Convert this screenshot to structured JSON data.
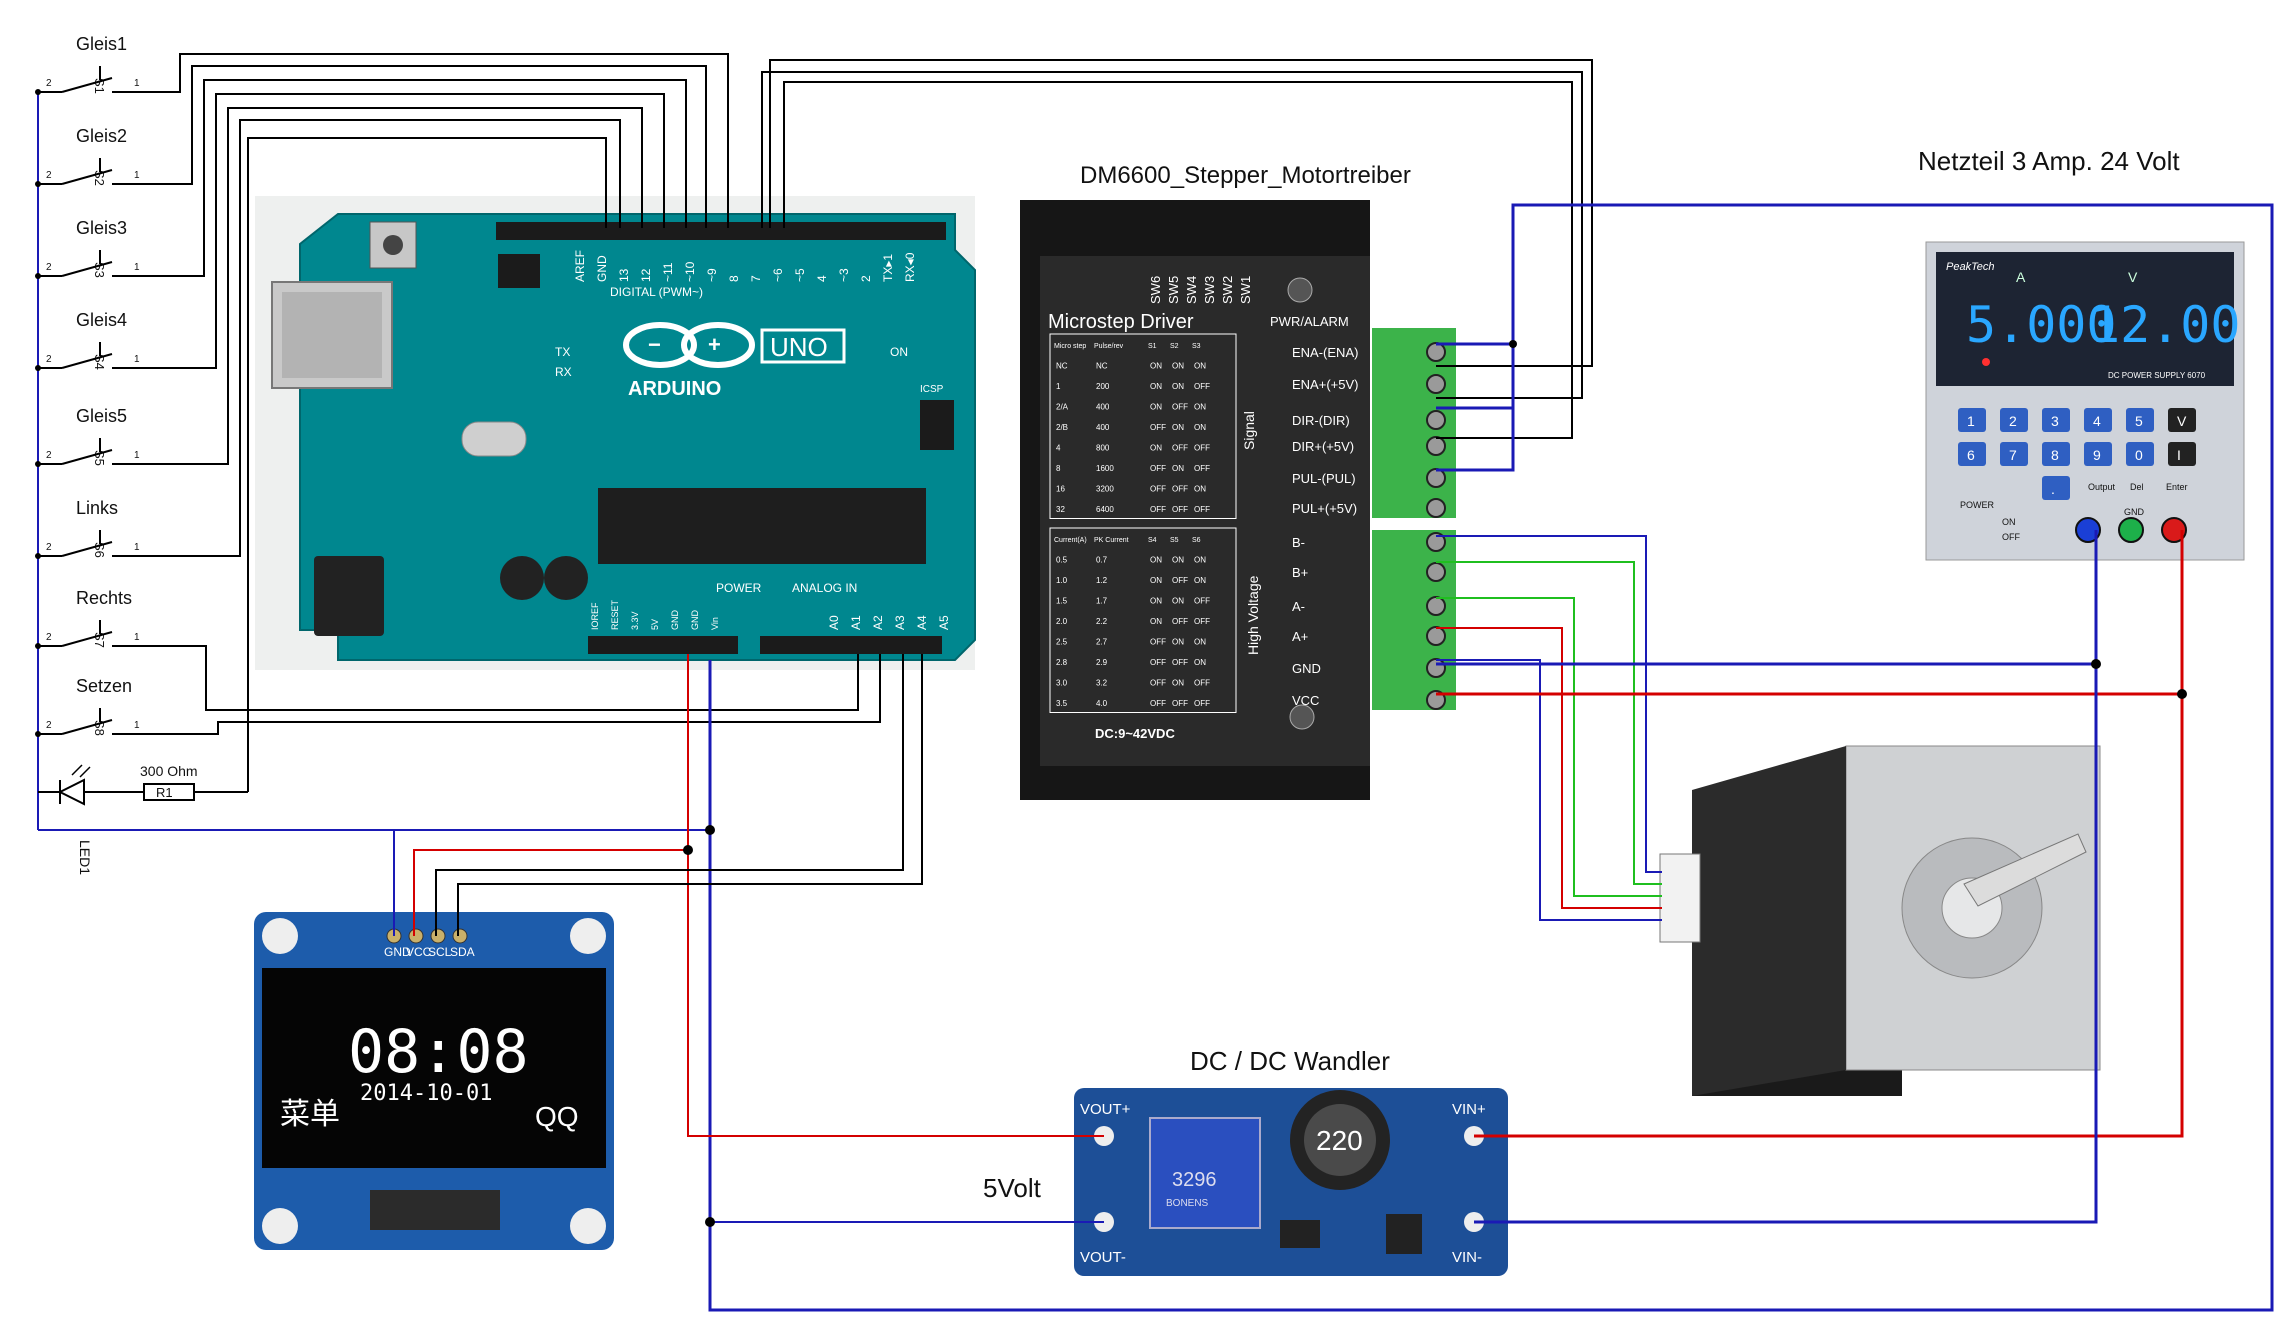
{
  "titles": {
    "driver": "DM6600_Stepper_Motortreiber",
    "psu": "Netzteil 3 Amp. 24 Volt",
    "dcdc": "DC / DC Wandler",
    "five_volt": "5Volt"
  },
  "switches": [
    {
      "label": "Gleis1",
      "ref": "S1"
    },
    {
      "label": "Gleis2",
      "ref": "S2"
    },
    {
      "label": "Gleis3",
      "ref": "S3"
    },
    {
      "label": "Gleis4",
      "ref": "S4"
    },
    {
      "label": "Gleis5",
      "ref": "S5"
    },
    {
      "label": "Links",
      "ref": "S6"
    },
    {
      "label": "Rechts",
      "ref": "S7"
    },
    {
      "label": "Setzen",
      "ref": "S8"
    }
  ],
  "pin_numbers": {
    "left": "2",
    "right": "1"
  },
  "led": {
    "ref": "LED1",
    "resistor_ref": "R1",
    "resistor_value": "300 Ohm"
  },
  "arduino": {
    "brand": "ARDUINO",
    "model": "UNO",
    "digital_label": "DIGITAL (PWM~)",
    "digital_pins": [
      "AREF",
      "GND",
      "13",
      "12",
      "~11",
      "~10",
      "~9",
      "8",
      "7",
      "~6",
      "~5",
      "4",
      "~3",
      "2",
      "TX▸1",
      "RX◂0"
    ],
    "power_label": "POWER",
    "analog_label": "ANALOG IN",
    "power_pins": [
      "IOREF",
      "RESET",
      "3.3V",
      "5V",
      "GND",
      "GND",
      "Vin"
    ],
    "analog_pins": [
      "A0",
      "A1",
      "A2",
      "A3",
      "A4",
      "A5"
    ],
    "on_label": "ON",
    "tx_label": "TX",
    "rx_label": "RX",
    "icsp_label": "ICSP"
  },
  "driver": {
    "title": "Microstep Driver",
    "alarm": "PWR/ALARM",
    "sw_labels": [
      "SW6",
      "SW5",
      "SW4",
      "SW3",
      "SW2",
      "SW1"
    ],
    "signal_label": "Signal",
    "hv_label": "High Voltage",
    "terminals": [
      "ENA-(ENA)",
      "ENA+(+5V)",
      "DIR-(DIR)",
      "DIR+(+5V)",
      "PUL-(PUL)",
      "PUL+(+5V)",
      "B-",
      "B+",
      "A-",
      "A+",
      "GND",
      "VCC"
    ],
    "dc_label": "DC:9~42VDC",
    "step_header": [
      "Micro step",
      "Pulse/rev",
      "S1",
      "S2",
      "S3"
    ],
    "step_rows": [
      [
        "NC",
        "NC",
        "ON",
        "ON",
        "ON"
      ],
      [
        "1",
        "200",
        "ON",
        "ON",
        "OFF"
      ],
      [
        "2/A",
        "400",
        "ON",
        "OFF",
        "ON"
      ],
      [
        "2/B",
        "400",
        "OFF",
        "ON",
        "ON"
      ],
      [
        "4",
        "800",
        "ON",
        "OFF",
        "OFF"
      ],
      [
        "8",
        "1600",
        "OFF",
        "ON",
        "OFF"
      ],
      [
        "16",
        "3200",
        "OFF",
        "OFF",
        "ON"
      ],
      [
        "32",
        "6400",
        "OFF",
        "OFF",
        "OFF"
      ]
    ],
    "current_header": [
      "Current(A)",
      "PK Current",
      "S4",
      "S5",
      "S6"
    ],
    "current_rows": [
      [
        "0.5",
        "0.7",
        "ON",
        "ON",
        "ON"
      ],
      [
        "1.0",
        "1.2",
        "ON",
        "OFF",
        "ON"
      ],
      [
        "1.5",
        "1.7",
        "ON",
        "ON",
        "OFF"
      ],
      [
        "2.0",
        "2.2",
        "ON",
        "OFF",
        "OFF"
      ],
      [
        "2.5",
        "2.7",
        "OFF",
        "ON",
        "ON"
      ],
      [
        "2.8",
        "2.9",
        "OFF",
        "OFF",
        "ON"
      ],
      [
        "3.0",
        "3.2",
        "OFF",
        "ON",
        "OFF"
      ],
      [
        "3.5",
        "4.0",
        "OFF",
        "OFF",
        "OFF"
      ]
    ]
  },
  "psu": {
    "brand": "PeakTech",
    "a_label": "A",
    "v_label": "V",
    "current_display": "5.000",
    "voltage_display": "12.00",
    "model": "DC POWER SUPPLY 6070",
    "power_label": "POWER",
    "on_label": "ON",
    "off_label": "OFF",
    "output_label": "Output",
    "del_label": "Del",
    "enter_label": "Enter",
    "gnd_label": "GND",
    "keys": [
      "1",
      "2",
      "3",
      "4",
      "5",
      "V",
      "6",
      "7",
      "8",
      "9",
      "0",
      "I",
      "."
    ]
  },
  "oled": {
    "pins": [
      "GND",
      "VCC",
      "SCL",
      "SDA"
    ],
    "time": "08:08",
    "date": "2014-10-01",
    "left_text": "菜单",
    "right_text": "QQ"
  },
  "dcdc": {
    "vout_plus": "VOUT+",
    "vout_minus": "VOUT-",
    "vin_plus": "VIN+",
    "vin_minus": "VIN-",
    "inductor": "220",
    "pot": "3296",
    "pot_brand": "BONENS"
  },
  "colors": {
    "wire_blue": "#1a1ab5",
    "wire_red": "#d40000",
    "wire_green": "#1fbf1f",
    "wire_black": "#000000",
    "pcb_teal": "#00878f",
    "pcb_blue": "#1d4f97",
    "terminal_green": "#3cb34a"
  }
}
